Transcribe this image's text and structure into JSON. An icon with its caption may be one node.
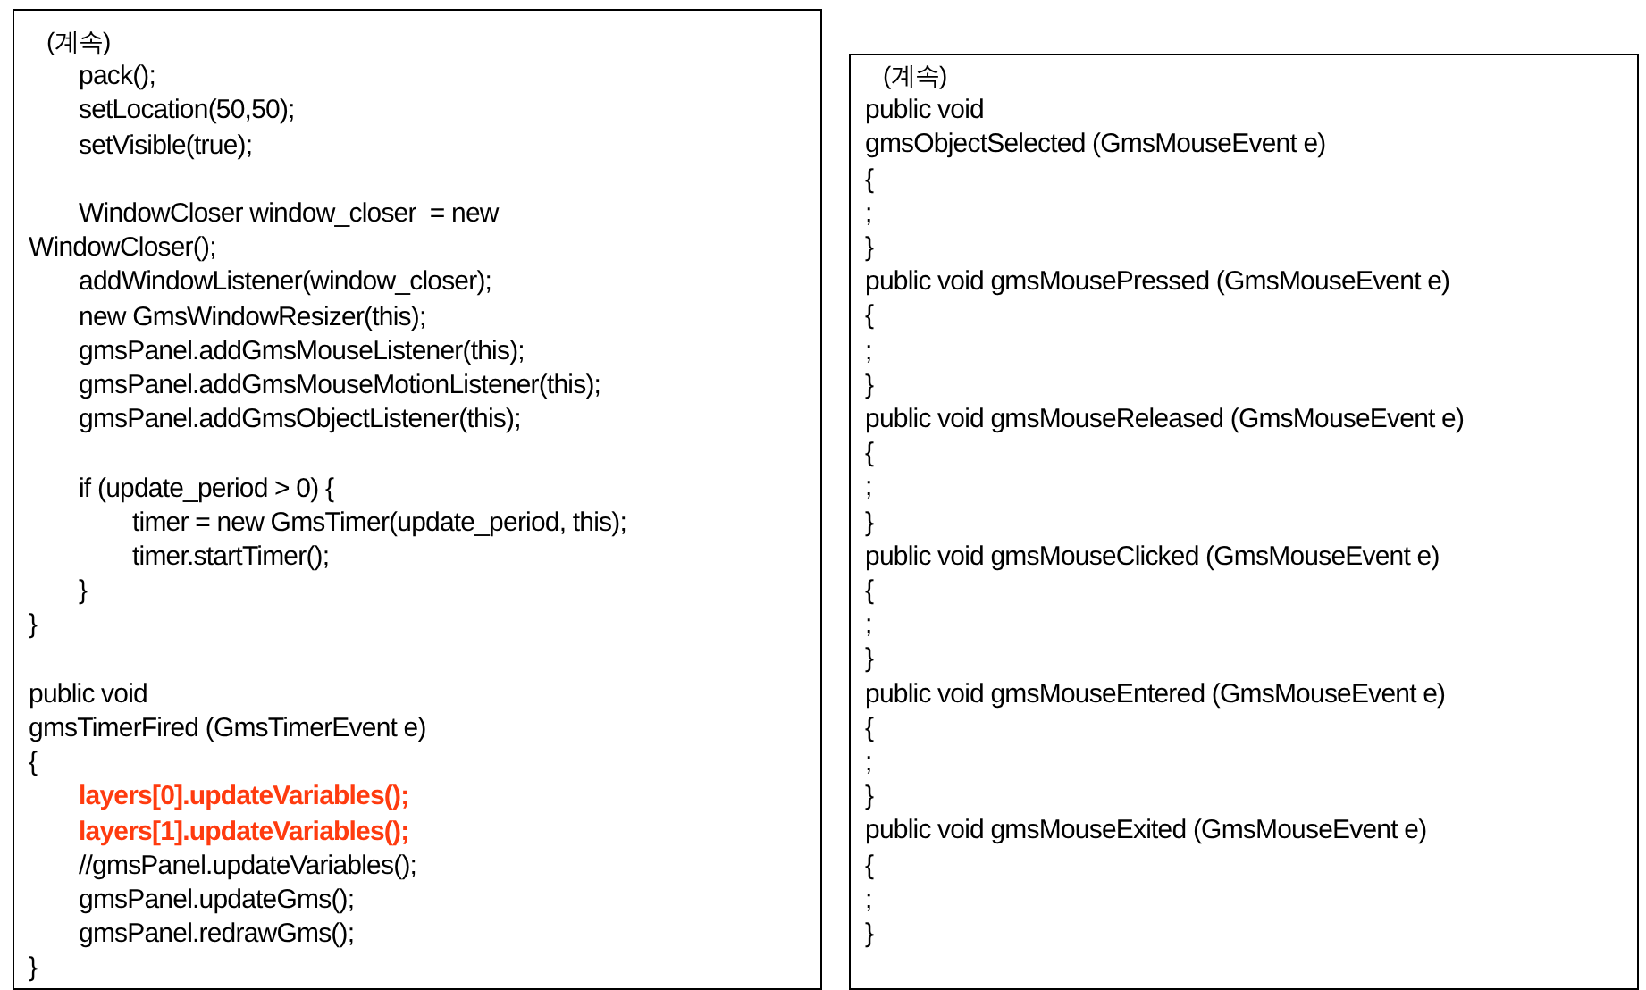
{
  "diagram": {
    "nodes": [
      {
        "text": [
          "(계속)",
          "pack();",
          "setLocation(50,50);",
          "setVisible(true);",
          "WindowCloser window_closer  = new WindowCloser();",
          "addWindowListener(window_closer);",
          "new GmsWindowResizer(this);",
          "gmsPanel.addGmsMouseListener(this);",
          "gmsPanel.addGmsMouseMotionListener(this);",
          "gmsPanel.addGmsObjectListener(this);",
          "if (update_period > 0) {",
          "timer = new GmsTimer(update_period, this);",
          "timer.startTimer();",
          "}",
          "}",
          "public void",
          "gmsTimerFired (GmsTimerEvent e)",
          "{",
          "layers[0].updateVariables();",
          "layers[1].updateVariables();",
          "//gmsPanel.updateVariables();",
          "gmsPanel.updateGms();",
          "gmsPanel.redrawGms();",
          "}"
        ]
      },
      {
        "text": [
          "(계속)",
          "public void",
          "gmsObjectSelected (GmsMouseEvent e)",
          "{",
          ";",
          "}",
          "public void gmsMousePressed (GmsMouseEvent e)",
          "{",
          ";",
          "}",
          "public void gmsMouseReleased (GmsMouseEvent e)",
          "{",
          ";",
          "}",
          "public void gmsMouseClicked (GmsMouseEvent e)",
          "{",
          ";",
          "}",
          "public void gmsMouseEntered (GmsMouseEvent e)",
          "{",
          ";",
          "}",
          "public void gmsMouseExited (GmsMouseEvent e)",
          "{",
          ";",
          "}"
        ]
      }
    ]
  }
}
